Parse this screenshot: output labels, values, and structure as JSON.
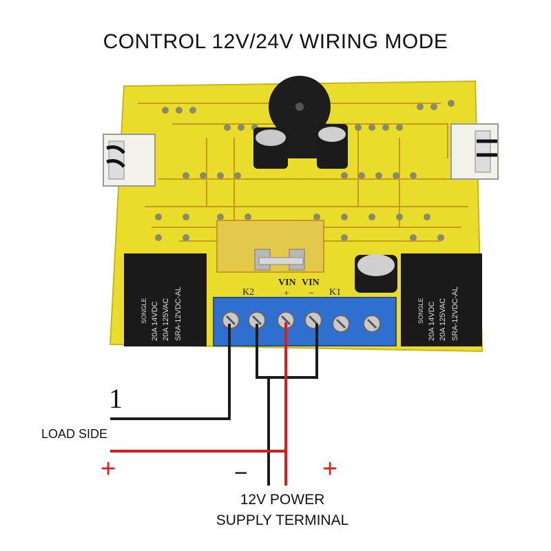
{
  "title": "CONTROL 12V/24V WIRING MODE",
  "board": {
    "color": "#e9dc2b",
    "trace_color": "#c79a1c",
    "relays": [
      {
        "brand": "SONGLE",
        "rating1": "20A 14VDC",
        "rating2": "20A 125VAC",
        "model": "SRA-12VDC-AL"
      },
      {
        "brand": "SONGLE",
        "rating1": "20A 14VDC",
        "rating2": "20A 125VAC",
        "model": "SRA-12VDC-AL"
      }
    ],
    "silkscreen": {
      "k2": "K2",
      "k1": "K1",
      "vin1": "VIN",
      "vin2": "VIN",
      "vin_plus": "+",
      "vin_minus": "−"
    },
    "terminal_color": "#2f6fd0"
  },
  "labels": {
    "one": "1",
    "load_side": "LOAD SIDE",
    "plus_left": "+",
    "minus": "−",
    "plus_right": "+",
    "supply_line1": "12V POWER",
    "supply_line2": "SUPPLY TERMINAL"
  },
  "wires": {
    "black": "#1b1b1b",
    "red": "#e01818",
    "pcb_red": "#e84040"
  }
}
